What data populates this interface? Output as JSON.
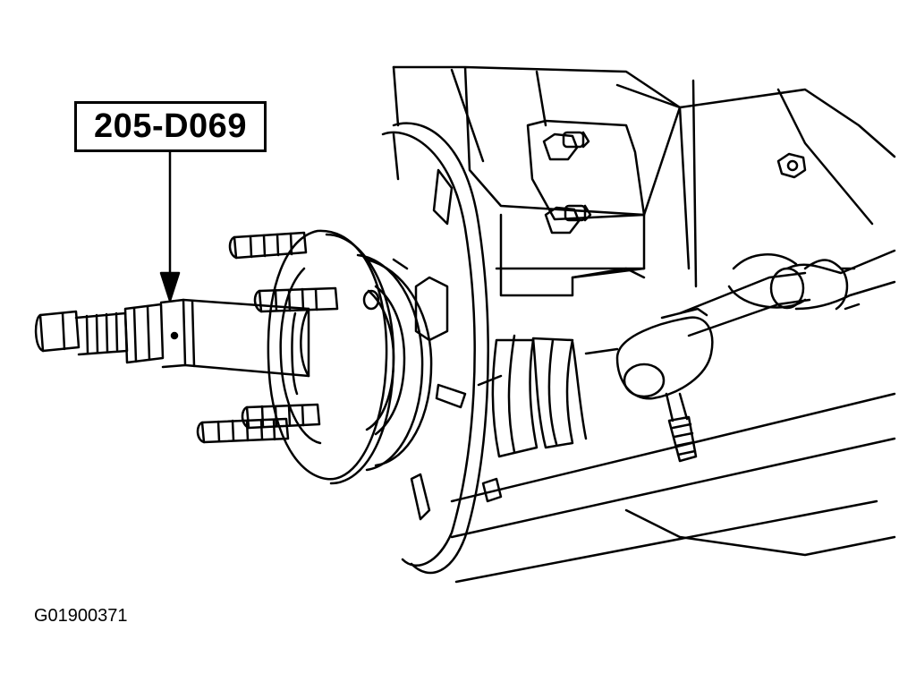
{
  "diagram": {
    "tool_label": "205-D069",
    "figure_id": "G01900371",
    "colors": {
      "line": "#000000",
      "background": "#ffffff"
    },
    "parts": [
      "tool-shaft",
      "wheel-hub",
      "wheel-studs",
      "brake-rotor-shield",
      "cv-boot",
      "steering-knuckle",
      "tie-rod",
      "tie-rod-end",
      "lower-control-arm",
      "mounting-bolts"
    ]
  }
}
